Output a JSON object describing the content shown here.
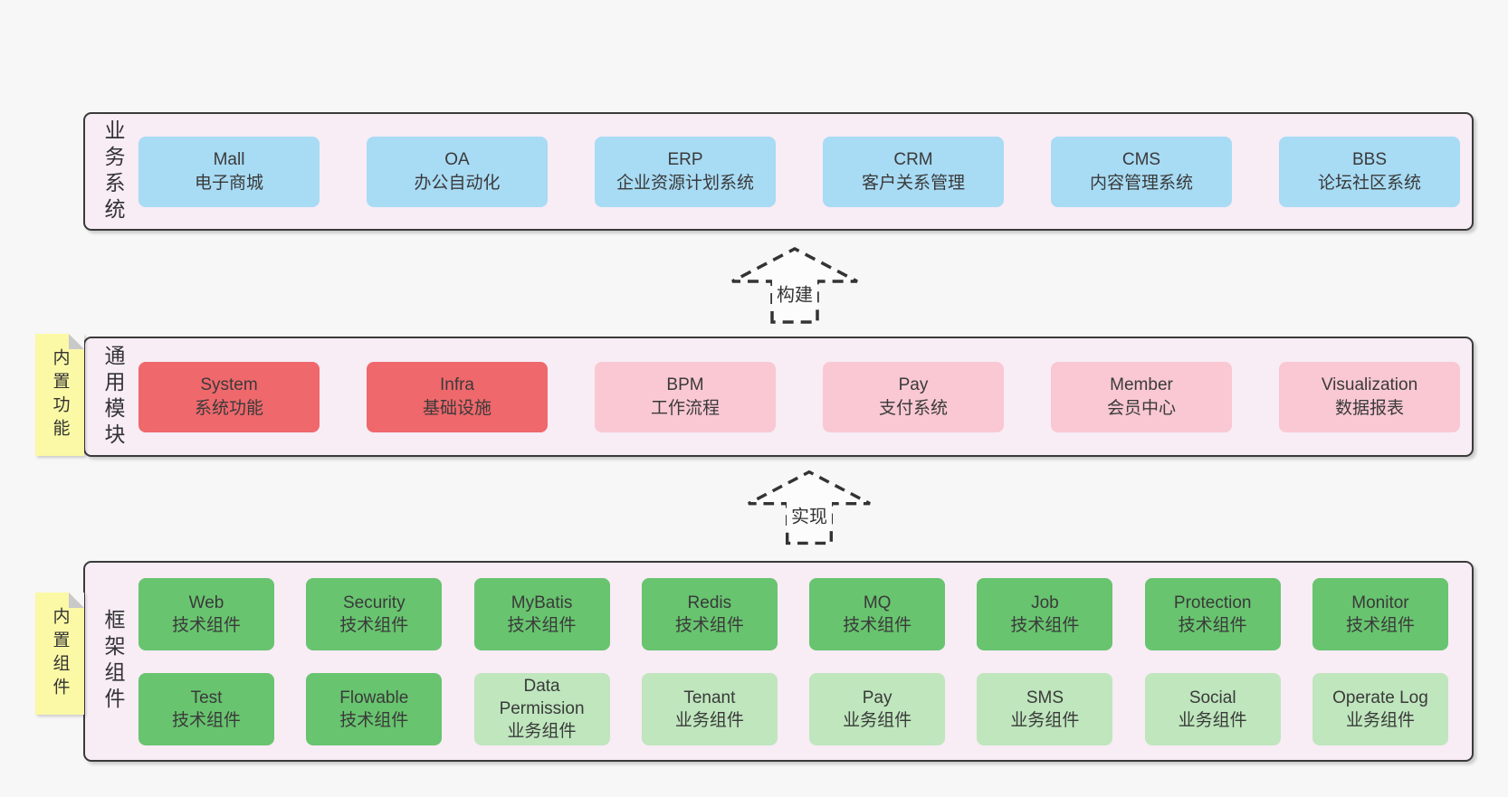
{
  "colors": {
    "page_bg": "#f7f7f7",
    "panel_bg": "#f8ecf5",
    "panel_border": "#3a3a3a",
    "box_blue": "#a8dbf4",
    "box_red": "#ef686c",
    "box_pink": "#f9c8d3",
    "box_green_dark": "#68c46f",
    "box_green_light": "#bfe6bd",
    "note_yellow": "#fbf9a5",
    "note_fold_gray": "#c9c9c9",
    "text": "#3a3a3a"
  },
  "band1": {
    "label": "业务系统",
    "boxes": [
      {
        "title": "Mall",
        "subtitle": "电子商城"
      },
      {
        "title": "OA",
        "subtitle": "办公自动化"
      },
      {
        "title": "ERP",
        "subtitle": "企业资源计划系统"
      },
      {
        "title": "CRM",
        "subtitle": "客户关系管理"
      },
      {
        "title": "CMS",
        "subtitle": "内容管理系统"
      },
      {
        "title": "BBS",
        "subtitle": "论坛社区系统"
      }
    ]
  },
  "arrow1": {
    "label": "构建"
  },
  "band2": {
    "label": "通用模块",
    "note": "内置功能",
    "boxes": [
      {
        "title": "System",
        "subtitle": "系统功能",
        "variant": "red"
      },
      {
        "title": "Infra",
        "subtitle": "基础设施",
        "variant": "red"
      },
      {
        "title": "BPM",
        "subtitle": "工作流程",
        "variant": "pink"
      },
      {
        "title": "Pay",
        "subtitle": "支付系统",
        "variant": "pink"
      },
      {
        "title": "Member",
        "subtitle": "会员中心",
        "variant": "pink"
      },
      {
        "title": "Visualization",
        "subtitle": "数据报表",
        "variant": "pink"
      }
    ]
  },
  "arrow2": {
    "label": "实现"
  },
  "band3": {
    "label": "框架组件",
    "note": "内置组件",
    "row1": [
      {
        "title": "Web",
        "subtitle": "技术组件",
        "variant": "dark"
      },
      {
        "title": "Security",
        "subtitle": "技术组件",
        "variant": "dark"
      },
      {
        "title": "MyBatis",
        "subtitle": "技术组件",
        "variant": "dark"
      },
      {
        "title": "Redis",
        "subtitle": "技术组件",
        "variant": "dark"
      },
      {
        "title": "MQ",
        "subtitle": "技术组件",
        "variant": "dark"
      },
      {
        "title": "Job",
        "subtitle": "技术组件",
        "variant": "dark"
      },
      {
        "title": "Protection",
        "subtitle": "技术组件",
        "variant": "dark"
      },
      {
        "title": "Monitor",
        "subtitle": "技术组件",
        "variant": "dark"
      }
    ],
    "row2": [
      {
        "title": "Test",
        "subtitle": "技术组件",
        "variant": "dark"
      },
      {
        "title": "Flowable",
        "subtitle": "技术组件",
        "variant": "dark"
      },
      {
        "title": "Data Permission",
        "subtitle": "业务组件",
        "variant": "light"
      },
      {
        "title": "Tenant",
        "subtitle": "业务组件",
        "variant": "light"
      },
      {
        "title": "Pay",
        "subtitle": "业务组件",
        "variant": "light"
      },
      {
        "title": "SMS",
        "subtitle": "业务组件",
        "variant": "light"
      },
      {
        "title": "Social",
        "subtitle": "业务组件",
        "variant": "light"
      },
      {
        "title": "Operate Log",
        "subtitle": "业务组件",
        "variant": "light"
      }
    ]
  }
}
